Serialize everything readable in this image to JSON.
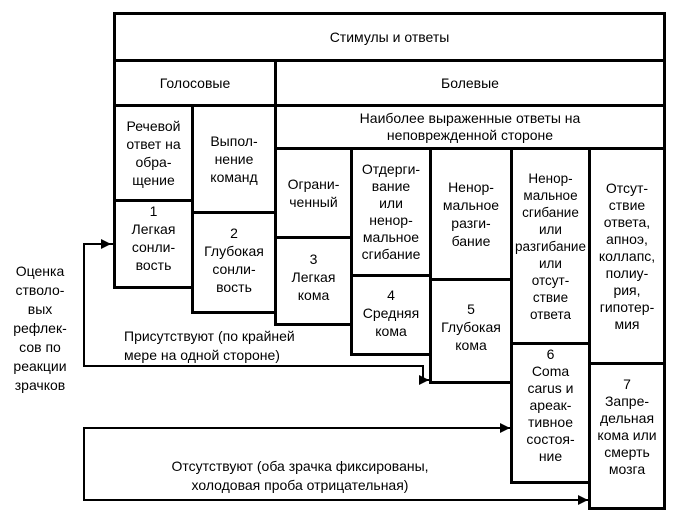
{
  "header": {
    "stimuli": "Стимулы и ответы",
    "voice": "Голосовые",
    "pain": "Болевые",
    "best_response": "Наиболее выраженные ответы на\nнеповрежденной стороне"
  },
  "response_columns": [
    "Речевой\nответ на\nобра-\nщение",
    "Выпол-\nнение\nкоманд",
    "Ограни-\nченный",
    "Отдерги-\nвание\nили\nненор-\nмальное\nсгибание",
    "Ненор-\nмальное\nразги-\nбание",
    "Ненор-\nмальное\nсгибание\nили\nразгибание\nили\nотсут-\nствие\nответа",
    "Отсут-\nствие\nответа,\nапноэ,\nколлапс,\nполиу-\nрия,\nгипотер-\nмия"
  ],
  "stages": [
    "1\nЛегкая\nсонли-\nвость",
    "2\nГлубокая\nсонли-\nвость",
    "3\nЛегкая\nкома",
    "4\nСредняя\nкома",
    "5\nГлубокая\nкома",
    "6\nComa\ncarus и\nареак-\nтивное\nсостоя-\nние",
    "7\nЗапре-\nдельная\nкома или\nсмерть\nмозга"
  ],
  "pupil_reflex_label": "Оценка\nстволо-\nвых\nрефлек-\nсов по\nреакции\nзрачков",
  "present_label": "Присутствуют (по крайней\nмере на одной стороне)",
  "absent_label": "Отсутствуют (оба зрачка фиксированы,\nхолодовая проба отрицательная)"
}
